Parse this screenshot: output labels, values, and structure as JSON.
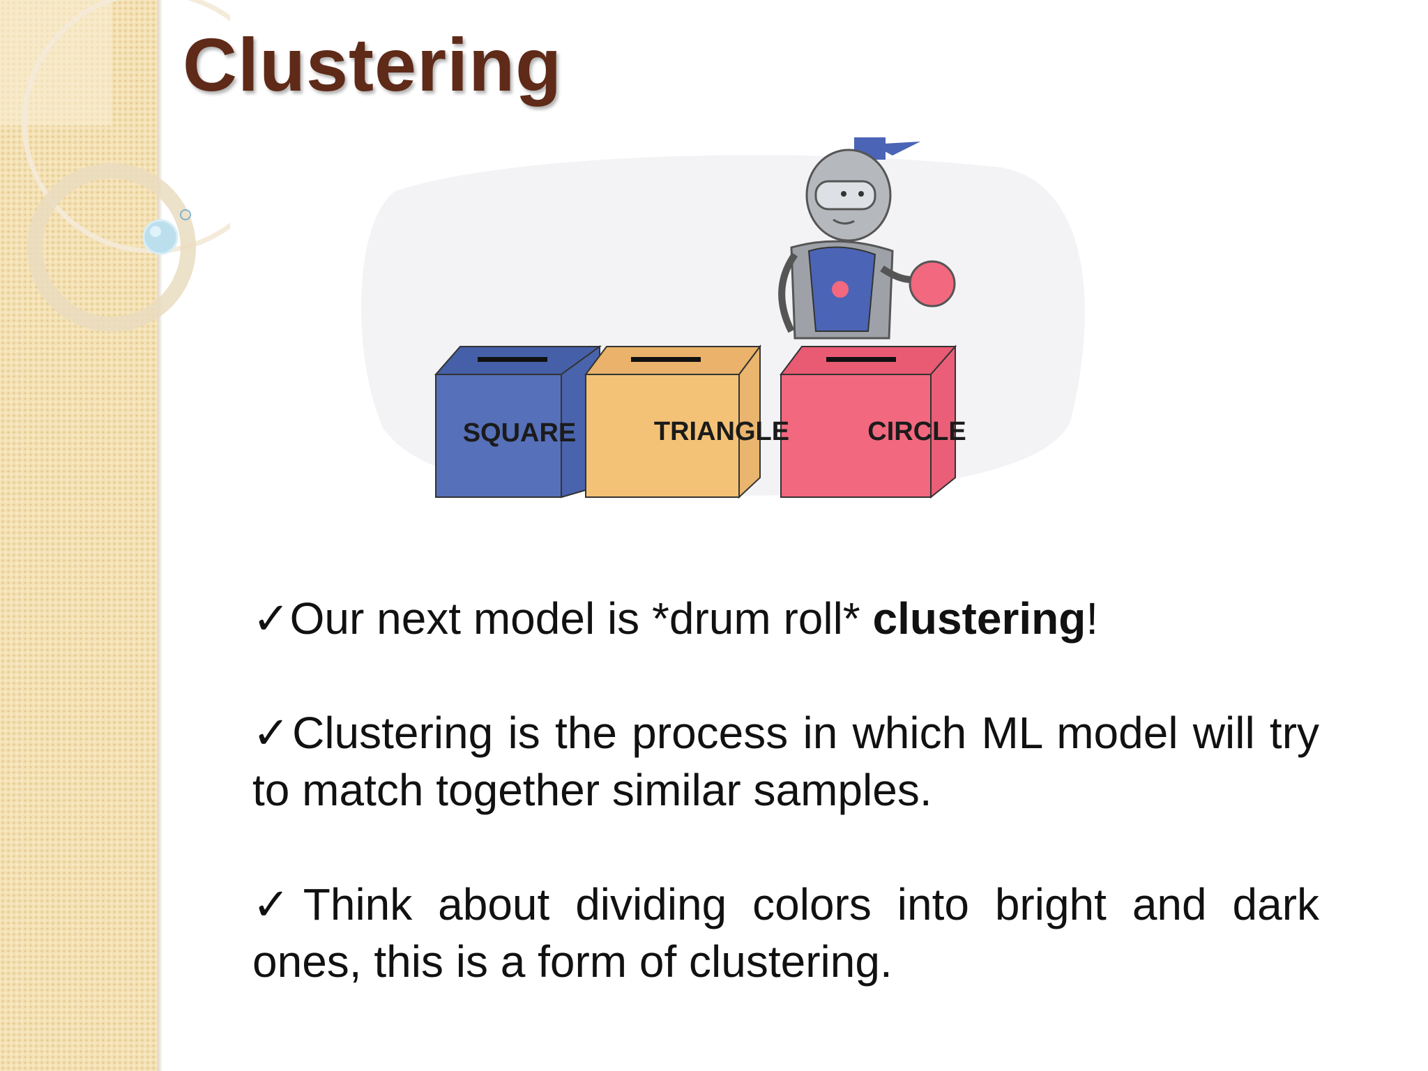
{
  "slide": {
    "title": "Clustering"
  },
  "illustration": {
    "icon": "robot-sorting-shapes-into-boxes",
    "boxes": [
      {
        "label": "SQUARE",
        "color": "#5670b9"
      },
      {
        "label": "TRIANGLE",
        "color": "#f3c276"
      },
      {
        "label": "CIRCLE",
        "color": "#f2687e"
      }
    ]
  },
  "bullets": {
    "check": "✓",
    "b1_pre": "Our next model is *drum roll* ",
    "b1_bold": "clustering",
    "b1_post": "!",
    "b2": "Clustering is the process in which ML model will try to match together similar samples.",
    "b3": "Think about dividing colors into bright and dark ones, this is a form of clustering."
  },
  "colors": {
    "title": "#5f2a18",
    "side_strip": "#f4e1b4",
    "text": "#111111"
  }
}
